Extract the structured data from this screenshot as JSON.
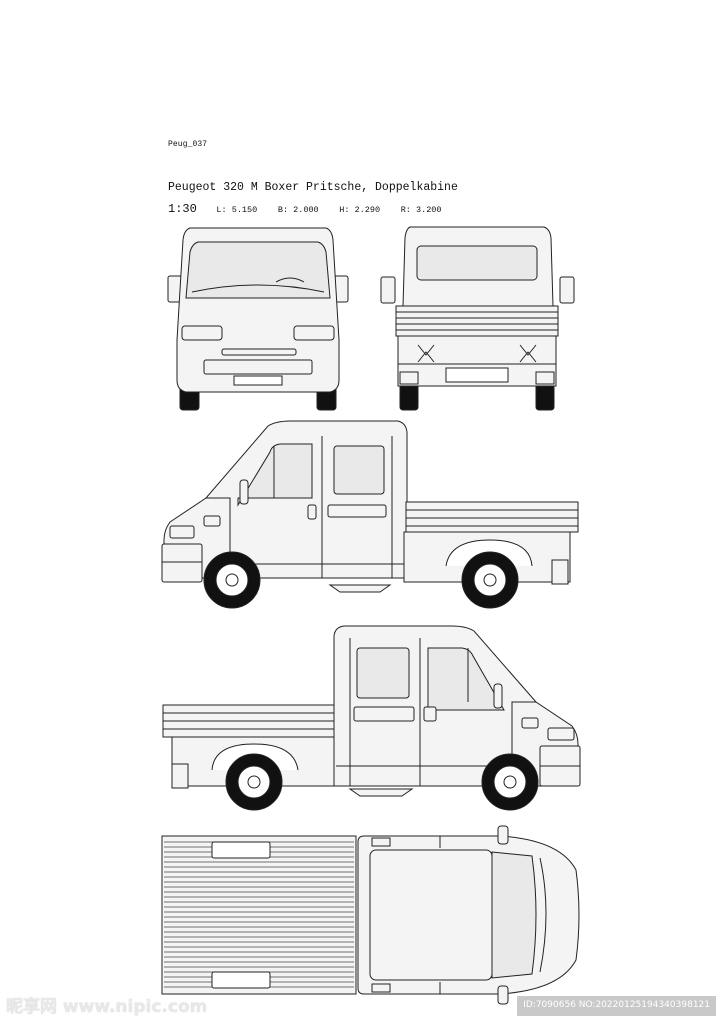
{
  "drawing": {
    "code": "Peug_037",
    "title": "Peugeot 320 M Boxer Pritsche, Doppelkabine",
    "scale": "1:30",
    "dims": {
      "length": "L: 5.150",
      "width": "B: 2.000",
      "height": "H: 2.290",
      "radius": "R: 3.200"
    }
  },
  "watermark": {
    "site_logo": "昵享网 www.nipic.com",
    "id_text": "ID:7090656 NO:20220125194340398121"
  },
  "colors": {
    "body_fill": "#f4f4f4",
    "glass_fill": "#e9e9e9",
    "line": "#222222",
    "tyre": "#111111"
  }
}
